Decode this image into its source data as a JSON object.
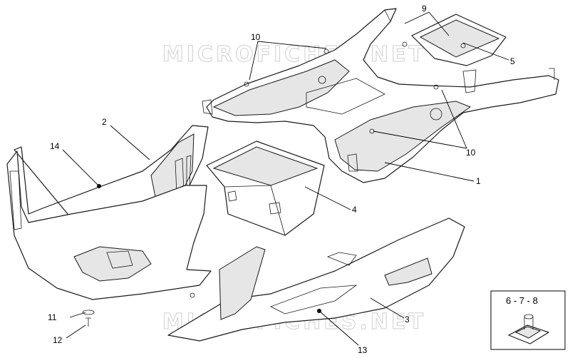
{
  "watermark": {
    "text_top": "MICROFICHES.NET",
    "text_bottom": "MICROFICHES.NET",
    "color": "#cfcfcf"
  },
  "callouts": [
    {
      "id": "c1",
      "label": "1"
    },
    {
      "id": "c2",
      "label": "2"
    },
    {
      "id": "c3",
      "label": "3"
    },
    {
      "id": "c4",
      "label": "4"
    },
    {
      "id": "c5",
      "label": "5"
    },
    {
      "id": "c9",
      "label": "9"
    },
    {
      "id": "c10a",
      "label": "10"
    },
    {
      "id": "c10b",
      "label": "10"
    },
    {
      "id": "c11",
      "label": "11"
    },
    {
      "id": "c12",
      "label": "12"
    },
    {
      "id": "c13",
      "label": "13"
    },
    {
      "id": "c14",
      "label": "14"
    }
  ],
  "inset": {
    "label": "6 - 7 - 8"
  },
  "colors": {
    "line": "#1a1a1a",
    "background": "#ffffff"
  }
}
